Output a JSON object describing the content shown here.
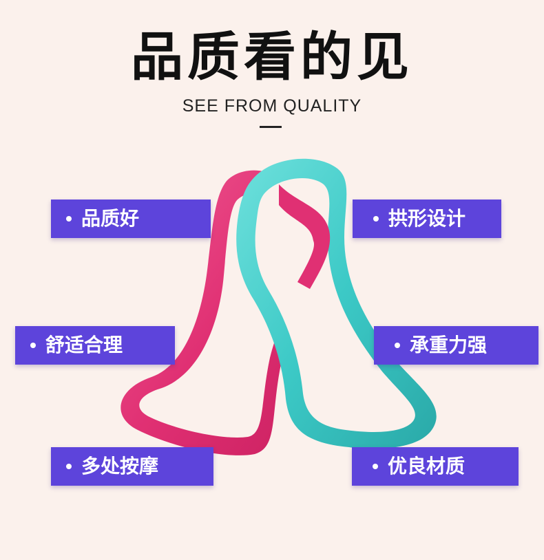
{
  "header": {
    "title": "品质看的见",
    "subtitle": "SEE FROM QUALITY"
  },
  "product": {
    "ring_colors": [
      "#e43376",
      "#3cc9c6"
    ]
  },
  "features": [
    {
      "label": "品质好"
    },
    {
      "label": "拱形设计"
    },
    {
      "label": "舒适合理"
    },
    {
      "label": "承重力强"
    },
    {
      "label": "多处按摩"
    },
    {
      "label": "优良材质"
    }
  ],
  "colors": {
    "tag_background": "#5d44db",
    "page_background": "#fbf1ec"
  }
}
